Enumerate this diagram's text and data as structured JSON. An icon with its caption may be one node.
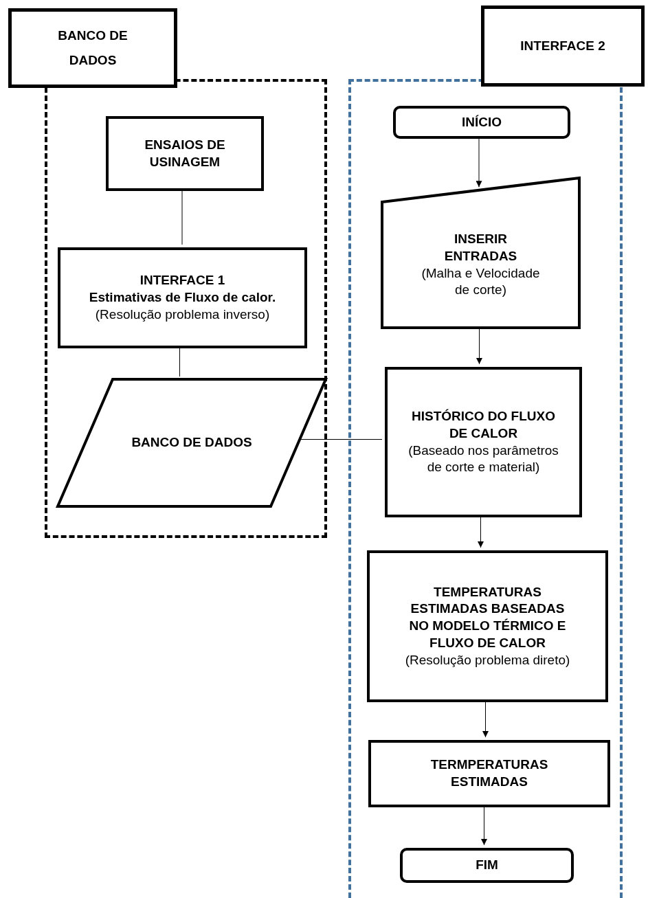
{
  "diagram": {
    "nodes": [
      {
        "text": [
          "BANCO DE DADOS"
        ]
      },
      {
        "text": [],
        "shape": "box"
      },
      {
        "text": [
          "ENSAIOS DE USINAGEM"
        ],
        "in": 1
      },
      {
        "text": [
          "INTERFACE 1",
          "Estimativas de Fluxo de calor.",
          "(Resolução problema inverso)"
        ],
        "in": 1
      },
      {
        "text": [
          "BANCO DE DADOS"
        ],
        "in": 1
      },
      {
        "text": [
          "INTERFACE 2"
        ]
      },
      {
        "text": [],
        "shape": "box"
      },
      {
        "text": [
          "INÍCIO"
        ],
        "in": 6
      },
      {
        "text": [
          "INSERIR ENTRADAS",
          "(Malha e Velocidade de corte)"
        ],
        "in": 6
      },
      {
        "text": [
          "HISTÓRICO DO FLUXO DE CALOR",
          "(Baseado nos parâmetros de corte e material)"
        ],
        "in": 6
      },
      {
        "text": [
          "TEMPERATURAS ESTIMADAS BASEADAS NO MODELO TÉRMICO E FLUXO DE CALOR",
          "(Resolução problema direto)"
        ],
        "in": 6
      },
      {
        "text": [
          "TERMPERATURAS ESTIMADAS"
        ],
        "in": 6
      },
      {
        "text": [
          "FIM"
        ],
        "in": 6
      }
    ],
    "edges": [
      {
        "from": 2,
        "to": 3,
        "arrow": "none"
      },
      {
        "from": 3,
        "to": 4,
        "arrow": "none"
      },
      {
        "from": 4,
        "to": 9,
        "arrow": "none"
      },
      {
        "from": 7,
        "to": 8,
        "arrow": "to"
      },
      {
        "from": 8,
        "to": 9,
        "arrow": "to"
      },
      {
        "from": 9,
        "to": 10,
        "arrow": "to"
      },
      {
        "from": 10,
        "to": 11,
        "arrow": "to"
      },
      {
        "from": 11,
        "to": 12,
        "arrow": "to"
      }
    ]
  }
}
